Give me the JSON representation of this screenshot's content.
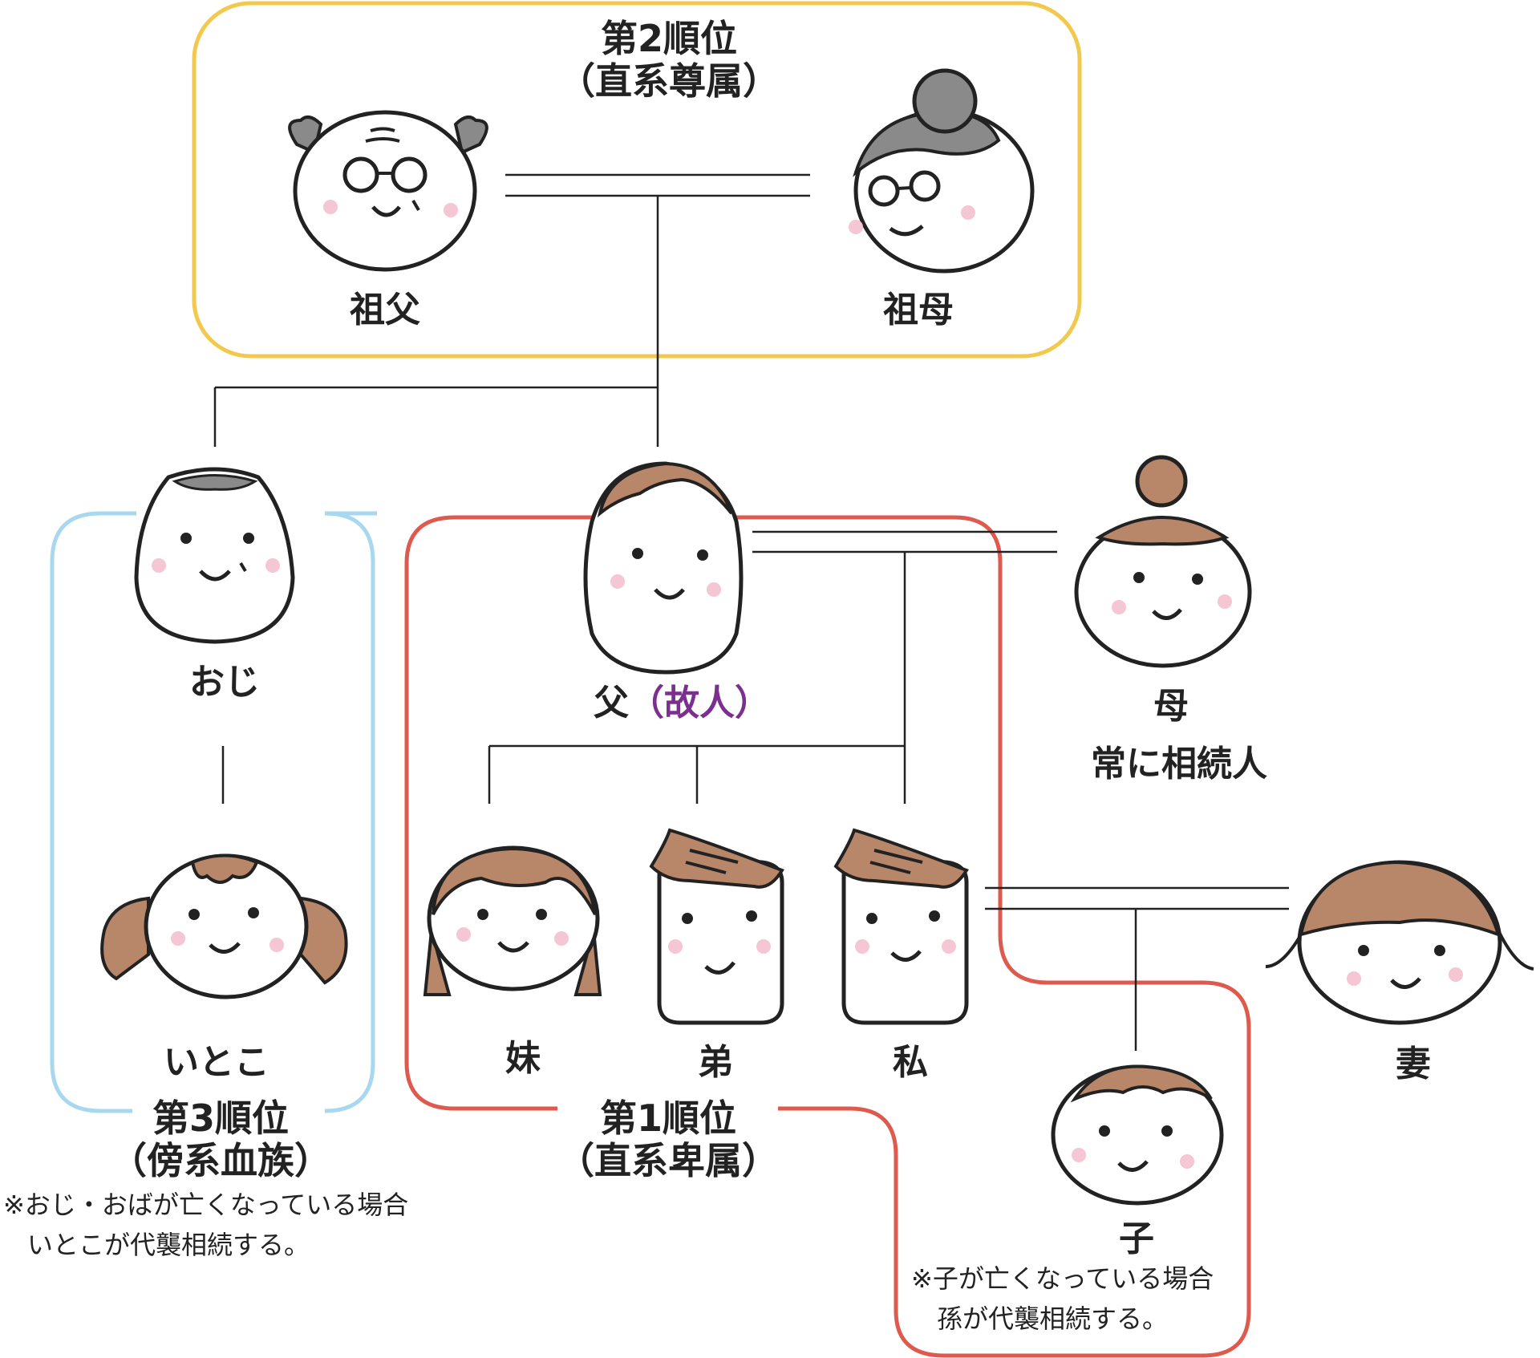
{
  "groups": {
    "second": {
      "title": "第2順位",
      "subtitle": "（直系尊属）",
      "color": "#f2c94c"
    },
    "first": {
      "title": "第1順位",
      "subtitle": "（直系卑属）",
      "color": "#df5a4e"
    },
    "third": {
      "title": "第3順位",
      "subtitle": "（傍系血族）",
      "color": "#a8d8ef"
    }
  },
  "people": {
    "grandfather": "祖父",
    "grandmother": "祖母",
    "uncle": "おじ",
    "father": "父",
    "father_note": "（故人）",
    "mother": "母",
    "mother_note": "常に相続人",
    "cousin": "いとこ",
    "sister": "妹",
    "brother": "弟",
    "me": "私",
    "wife": "妻",
    "child": "子"
  },
  "notes": {
    "third_line1": "※おじ・おばが亡くなっている場合",
    "third_line2": "いとこが代襲相続する。",
    "child_line1": "※子が亡くなっている場合",
    "child_line2": "孫が代襲相続する。"
  },
  "colors": {
    "hair_brown": "#b8876a",
    "hair_gray": "#8a8a8a",
    "cheek": "#f5c6d3",
    "line": "#222222",
    "deceased_label": "#7b2f8e"
  },
  "icons": [
    "grandfather-face-icon",
    "grandmother-face-icon",
    "uncle-face-icon",
    "father-face-icon",
    "mother-face-icon",
    "cousin-face-icon",
    "sister-face-icon",
    "brother-face-icon",
    "me-face-icon",
    "wife-face-icon",
    "child-face-icon"
  ]
}
